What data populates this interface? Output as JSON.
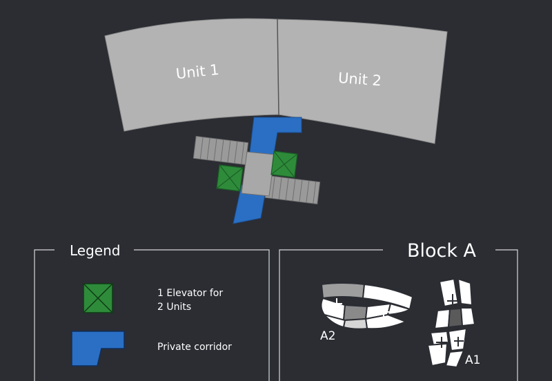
{
  "floorplan": {
    "unit_1_label": "Unit 1",
    "unit_2_label": "Unit 2"
  },
  "legend": {
    "title": "Legend",
    "elevator_line1": "1 Elevator for",
    "elevator_line2": "2 Units",
    "corridor_label": "Private corridor"
  },
  "block": {
    "title": "Block A",
    "tower_a2_label": "A2",
    "tower_a1_label": "A1"
  },
  "colors": {
    "background": "#2b2d33",
    "unit_fill": "#b3b3b3",
    "elevator_green": "#2e8b3a",
    "corridor_blue": "#2a6fc4",
    "frame_line": "#d9d9d9"
  }
}
